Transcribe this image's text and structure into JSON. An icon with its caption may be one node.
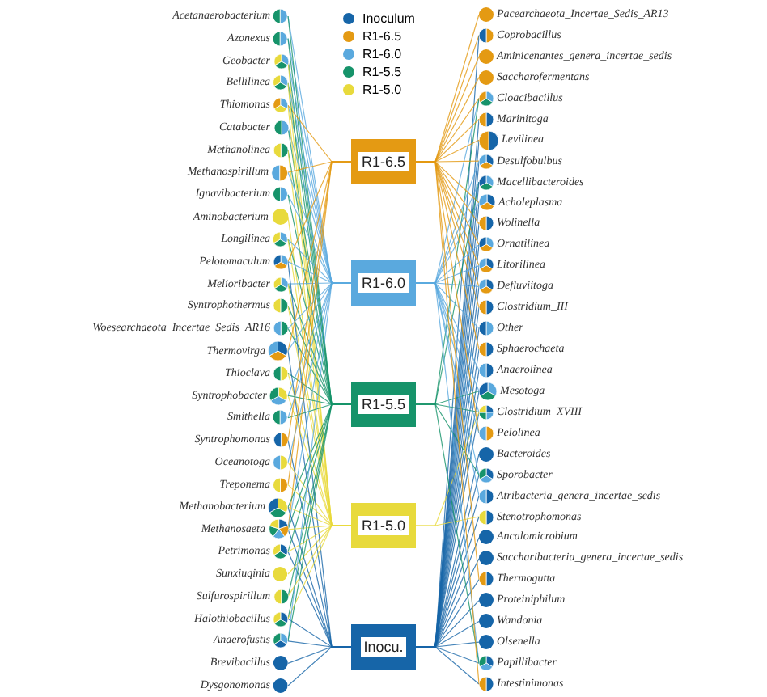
{
  "diagram": {
    "nodes": [
      {
        "text": [
          "R1-6.5"
        ]
      },
      {
        "text": [
          "R1-6.0"
        ]
      },
      {
        "text": [
          "R1-5.5"
        ]
      },
      {
        "text": [
          "R1-5.0"
        ]
      },
      {
        "text": [
          "Inocu."
        ]
      },
      {
        "text": [
          "Azonexus"
        ]
      },
      {
        "text": [
          "Acetanaerobacterium"
        ]
      },
      {
        "text": [
          "Geobacter"
        ]
      },
      {
        "text": [
          "Catabacter"
        ]
      },
      {
        "text": [
          "Thiomonas"
        ]
      },
      {
        "text": [
          "Bellilinea"
        ]
      },
      {
        "text": [
          "Methanolinea"
        ]
      },
      {
        "text": [
          "Methanospirillum"
        ]
      },
      {
        "text": [
          "Ignavibacterium"
        ]
      },
      {
        "text": [
          "Aminobacterium"
        ]
      },
      {
        "text": [
          "Longilinea"
        ]
      },
      {
        "text": [
          "Pacearchaeota_Incertae_Sedis_AR13"
        ]
      },
      {
        "text": [
          "Coprobacillus"
        ]
      },
      {
        "text": [
          "Aminicenantes_genera_incertae_sedis"
        ]
      },
      {
        "text": [
          "Saccharofermentans"
        ]
      },
      {
        "text": [
          "Cloacibacillus"
        ]
      },
      {
        "text": [
          "Levilinea"
        ]
      },
      {
        "text": [
          "Marinitoga"
        ]
      },
      {
        "text": [
          "Desulfobulbus"
        ]
      },
      {
        "text": [
          "Acholeplasma"
        ]
      },
      {
        "text": [
          "Wolinella"
        ]
      },
      {
        "text": [
          "Clostridium_III"
        ]
      },
      {
        "text": [
          "Litorilinea"
        ]
      },
      {
        "text": [
          "Defluviitoga"
        ]
      },
      {
        "text": [
          "Sphaerochaeta"
        ]
      },
      {
        "text": [
          "Clostridium_XVIII"
        ]
      },
      {
        "text": [
          "Melioribacter"
        ]
      },
      {
        "text": [
          "Syntrophothermus"
        ]
      },
      {
        "text": [
          "Woesearchaeota_Incertae_Sedis_AR16"
        ]
      },
      {
        "text": [
          "Thioclava"
        ]
      },
      {
        "text": [
          "Oceanotoga"
        ]
      },
      {
        "text": [
          "Sunxiuqinia"
        ]
      },
      {
        "text": [
          "Pelotomaculum"
        ]
      },
      {
        "text": [
          "Macellibacteroides"
        ]
      },
      {
        "text": [
          "Ornatilinea"
        ]
      },
      {
        "text": [
          "Other"
        ]
      },
      {
        "text": [
          "Thermovirga"
        ]
      },
      {
        "text": [
          "Syntrophobacter"
        ]
      },
      {
        "text": [
          "Anaerolinea"
        ]
      },
      {
        "text": [
          "Mesotoga"
        ]
      },
      {
        "text": [
          "Smithella"
        ]
      },
      {
        "text": [
          "Syntrophomonas"
        ]
      },
      {
        "text": [
          "Pelolinea"
        ]
      },
      {
        "text": [
          "Treponema"
        ]
      },
      {
        "text": [
          "Methanosaeta"
        ]
      },
      {
        "text": [
          "Methanobacterium"
        ]
      },
      {
        "text": [
          "Petrimonas"
        ]
      },
      {
        "text": [
          "Sulfurospirillum"
        ]
      },
      {
        "text": [
          "Halothiobacillus"
        ]
      },
      {
        "text": [
          "Anaerofustis"
        ]
      },
      {
        "text": [
          "Bacteroides"
        ]
      },
      {
        "text": [
          "Sporobacter"
        ]
      },
      {
        "text": [
          "Atribacteria_genera_incertae_sedis"
        ]
      },
      {
        "text": [
          "Stenotrophomonas"
        ]
      },
      {
        "text": [
          "Ancalomicrobium"
        ]
      },
      {
        "text": [
          "Saccharibacteria_genera_incertae_sedis"
        ]
      },
      {
        "text": [
          "Thermogutta"
        ]
      },
      {
        "text": [
          "Proteiniphilum"
        ]
      },
      {
        "text": [
          "Wandonia"
        ]
      },
      {
        "text": [
          "Olsenella"
        ]
      },
      {
        "text": [
          "Papillibacter"
        ]
      },
      {
        "text": [
          "Brevibacillus"
        ]
      },
      {
        "text": [
          "Dysgonomonas"
        ]
      },
      {
        "text": [
          "Intestinimonas"
        ]
      }
    ],
    "edges": [
      {
        "from": 5,
        "to": 1,
        "arrow": "none",
        "color": "#5aa9de"
      },
      {
        "from": 5,
        "to": 2,
        "arrow": "none",
        "color": "#16936a"
      },
      {
        "from": 6,
        "to": 1,
        "arrow": "none",
        "color": "#5aa9de"
      },
      {
        "from": 6,
        "to": 2,
        "arrow": "none",
        "color": "#16936a"
      },
      {
        "from": 7,
        "to": 1,
        "arrow": "none",
        "color": "#5aa9de"
      },
      {
        "from": 7,
        "to": 2,
        "arrow": "none",
        "color": "#16936a"
      },
      {
        "from": 7,
        "to": 3,
        "arrow": "none",
        "color": "#e8da3c"
      },
      {
        "from": 8,
        "to": 1,
        "arrow": "none",
        "color": "#5aa9de"
      },
      {
        "from": 8,
        "to": 2,
        "arrow": "none",
        "color": "#16936a"
      },
      {
        "from": 9,
        "to": 1,
        "arrow": "none",
        "color": "#5aa9de"
      },
      {
        "from": 9,
        "to": 3,
        "arrow": "none",
        "color": "#e8da3c"
      },
      {
        "from": 9,
        "to": 0,
        "arrow": "none",
        "color": "#e49a13"
      },
      {
        "from": 10,
        "to": 1,
        "arrow": "none",
        "color": "#5aa9de"
      },
      {
        "from": 10,
        "to": 2,
        "arrow": "none",
        "color": "#16936a"
      },
      {
        "from": 10,
        "to": 3,
        "arrow": "none",
        "color": "#e8da3c"
      },
      {
        "from": 11,
        "to": 2,
        "arrow": "none",
        "color": "#16936a"
      },
      {
        "from": 11,
        "to": 3,
        "arrow": "none",
        "color": "#e8da3c"
      },
      {
        "from": 12,
        "to": 0,
        "arrow": "none",
        "color": "#e49a13"
      },
      {
        "from": 12,
        "to": 1,
        "arrow": "none",
        "color": "#5aa9de"
      },
      {
        "from": 13,
        "to": 1,
        "arrow": "none",
        "color": "#5aa9de"
      },
      {
        "from": 13,
        "to": 2,
        "arrow": "none",
        "color": "#16936a"
      },
      {
        "from": 14,
        "to": 3,
        "arrow": "none",
        "color": "#e8da3c"
      },
      {
        "from": 15,
        "to": 1,
        "arrow": "none",
        "color": "#5aa9de"
      },
      {
        "from": 15,
        "to": 2,
        "arrow": "none",
        "color": "#16936a"
      },
      {
        "from": 15,
        "to": 3,
        "arrow": "none",
        "color": "#e8da3c"
      },
      {
        "from": 16,
        "to": 0,
        "arrow": "none",
        "color": "#e49a13"
      },
      {
        "from": 17,
        "to": 0,
        "arrow": "none",
        "color": "#e49a13"
      },
      {
        "from": 17,
        "to": 4,
        "arrow": "none",
        "color": "#1665a8"
      },
      {
        "from": 18,
        "to": 0,
        "arrow": "none",
        "color": "#e49a13"
      },
      {
        "from": 19,
        "to": 0,
        "arrow": "none",
        "color": "#e49a13"
      },
      {
        "from": 20,
        "to": 1,
        "arrow": "none",
        "color": "#5aa9de"
      },
      {
        "from": 20,
        "to": 2,
        "arrow": "none",
        "color": "#16936a"
      },
      {
        "from": 20,
        "to": 0,
        "arrow": "none",
        "color": "#e49a13"
      },
      {
        "from": 21,
        "to": 4,
        "arrow": "none",
        "color": "#1665a8"
      },
      {
        "from": 21,
        "to": 0,
        "arrow": "none",
        "color": "#e49a13"
      },
      {
        "from": 22,
        "to": 4,
        "arrow": "none",
        "color": "#1665a8"
      },
      {
        "from": 22,
        "to": 0,
        "arrow": "none",
        "color": "#e49a13"
      },
      {
        "from": 23,
        "to": 4,
        "arrow": "none",
        "color": "#1665a8"
      },
      {
        "from": 23,
        "to": 0,
        "arrow": "none",
        "color": "#e49a13"
      },
      {
        "from": 23,
        "to": 1,
        "arrow": "none",
        "color": "#5aa9de"
      },
      {
        "from": 24,
        "to": 4,
        "arrow": "none",
        "color": "#1665a8"
      },
      {
        "from": 24,
        "to": 0,
        "arrow": "none",
        "color": "#e49a13"
      },
      {
        "from": 24,
        "to": 1,
        "arrow": "none",
        "color": "#5aa9de"
      },
      {
        "from": 25,
        "to": 4,
        "arrow": "none",
        "color": "#1665a8"
      },
      {
        "from": 25,
        "to": 0,
        "arrow": "none",
        "color": "#e49a13"
      },
      {
        "from": 26,
        "to": 4,
        "arrow": "none",
        "color": "#1665a8"
      },
      {
        "from": 26,
        "to": 0,
        "arrow": "none",
        "color": "#e49a13"
      },
      {
        "from": 27,
        "to": 4,
        "arrow": "none",
        "color": "#1665a8"
      },
      {
        "from": 27,
        "to": 0,
        "arrow": "none",
        "color": "#e49a13"
      },
      {
        "from": 27,
        "to": 1,
        "arrow": "none",
        "color": "#5aa9de"
      },
      {
        "from": 28,
        "to": 4,
        "arrow": "none",
        "color": "#1665a8"
      },
      {
        "from": 28,
        "to": 0,
        "arrow": "none",
        "color": "#e49a13"
      },
      {
        "from": 28,
        "to": 1,
        "arrow": "none",
        "color": "#5aa9de"
      },
      {
        "from": 29,
        "to": 4,
        "arrow": "none",
        "color": "#1665a8"
      },
      {
        "from": 29,
        "to": 0,
        "arrow": "none",
        "color": "#e49a13"
      },
      {
        "from": 30,
        "to": 4,
        "arrow": "none",
        "color": "#1665a8"
      },
      {
        "from": 30,
        "to": 1,
        "arrow": "none",
        "color": "#5aa9de"
      },
      {
        "from": 30,
        "to": 2,
        "arrow": "none",
        "color": "#16936a"
      },
      {
        "from": 30,
        "to": 3,
        "arrow": "none",
        "color": "#e8da3c"
      },
      {
        "from": 31,
        "to": 1,
        "arrow": "none",
        "color": "#5aa9de"
      },
      {
        "from": 31,
        "to": 2,
        "arrow": "none",
        "color": "#16936a"
      },
      {
        "from": 31,
        "to": 3,
        "arrow": "none",
        "color": "#e8da3c"
      },
      {
        "from": 32,
        "to": 2,
        "arrow": "none",
        "color": "#16936a"
      },
      {
        "from": 32,
        "to": 3,
        "arrow": "none",
        "color": "#e8da3c"
      },
      {
        "from": 33,
        "to": 2,
        "arrow": "none",
        "color": "#16936a"
      },
      {
        "from": 33,
        "to": 1,
        "arrow": "none",
        "color": "#5aa9de"
      },
      {
        "from": 34,
        "to": 3,
        "arrow": "none",
        "color": "#e8da3c"
      },
      {
        "from": 34,
        "to": 2,
        "arrow": "none",
        "color": "#16936a"
      },
      {
        "from": 35,
        "to": 3,
        "arrow": "none",
        "color": "#e8da3c"
      },
      {
        "from": 35,
        "to": 1,
        "arrow": "none",
        "color": "#5aa9de"
      },
      {
        "from": 36,
        "to": 3,
        "arrow": "none",
        "color": "#e8da3c"
      },
      {
        "from": 37,
        "to": 1,
        "arrow": "none",
        "color": "#5aa9de"
      },
      {
        "from": 37,
        "to": 0,
        "arrow": "none",
        "color": "#e49a13"
      },
      {
        "from": 37,
        "to": 4,
        "arrow": "none",
        "color": "#1665a8"
      },
      {
        "from": 38,
        "to": 1,
        "arrow": "none",
        "color": "#5aa9de"
      },
      {
        "from": 38,
        "to": 2,
        "arrow": "none",
        "color": "#16936a"
      },
      {
        "from": 38,
        "to": 4,
        "arrow": "none",
        "color": "#1665a8"
      },
      {
        "from": 39,
        "to": 1,
        "arrow": "none",
        "color": "#5aa9de"
      },
      {
        "from": 39,
        "to": 0,
        "arrow": "none",
        "color": "#e49a13"
      },
      {
        "from": 39,
        "to": 4,
        "arrow": "none",
        "color": "#1665a8"
      },
      {
        "from": 40,
        "to": 1,
        "arrow": "none",
        "color": "#5aa9de"
      },
      {
        "from": 40,
        "to": 4,
        "arrow": "none",
        "color": "#1665a8"
      },
      {
        "from": 41,
        "to": 4,
        "arrow": "none",
        "color": "#1665a8"
      },
      {
        "from": 41,
        "to": 0,
        "arrow": "none",
        "color": "#e49a13"
      },
      {
        "from": 41,
        "to": 1,
        "arrow": "none",
        "color": "#5aa9de"
      },
      {
        "from": 42,
        "to": 3,
        "arrow": "none",
        "color": "#e8da3c"
      },
      {
        "from": 42,
        "to": 1,
        "arrow": "none",
        "color": "#5aa9de"
      },
      {
        "from": 42,
        "to": 2,
        "arrow": "none",
        "color": "#16936a"
      },
      {
        "from": 43,
        "to": 4,
        "arrow": "none",
        "color": "#1665a8"
      },
      {
        "from": 43,
        "to": 1,
        "arrow": "none",
        "color": "#5aa9de"
      },
      {
        "from": 44,
        "to": 1,
        "arrow": "none",
        "color": "#5aa9de"
      },
      {
        "from": 44,
        "to": 2,
        "arrow": "none",
        "color": "#16936a"
      },
      {
        "from": 44,
        "to": 4,
        "arrow": "none",
        "color": "#1665a8"
      },
      {
        "from": 45,
        "to": 1,
        "arrow": "none",
        "color": "#5aa9de"
      },
      {
        "from": 45,
        "to": 2,
        "arrow": "none",
        "color": "#16936a"
      },
      {
        "from": 46,
        "to": 0,
        "arrow": "none",
        "color": "#e49a13"
      },
      {
        "from": 46,
        "to": 4,
        "arrow": "none",
        "color": "#1665a8"
      },
      {
        "from": 47,
        "to": 0,
        "arrow": "none",
        "color": "#e49a13"
      },
      {
        "from": 47,
        "to": 1,
        "arrow": "none",
        "color": "#5aa9de"
      },
      {
        "from": 48,
        "to": 0,
        "arrow": "none",
        "color": "#e49a13"
      },
      {
        "from": 48,
        "to": 3,
        "arrow": "none",
        "color": "#e8da3c"
      },
      {
        "from": 49,
        "to": 4,
        "arrow": "none",
        "color": "#1665a8"
      },
      {
        "from": 49,
        "to": 0,
        "arrow": "none",
        "color": "#e49a13"
      },
      {
        "from": 49,
        "to": 1,
        "arrow": "none",
        "color": "#5aa9de"
      },
      {
        "from": 49,
        "to": 2,
        "arrow": "none",
        "color": "#16936a"
      },
      {
        "from": 49,
        "to": 3,
        "arrow": "none",
        "color": "#e8da3c"
      },
      {
        "from": 50,
        "to": 3,
        "arrow": "none",
        "color": "#e8da3c"
      },
      {
        "from": 50,
        "to": 2,
        "arrow": "none",
        "color": "#16936a"
      },
      {
        "from": 50,
        "to": 4,
        "arrow": "none",
        "color": "#1665a8"
      },
      {
        "from": 51,
        "to": 4,
        "arrow": "none",
        "color": "#1665a8"
      },
      {
        "from": 51,
        "to": 2,
        "arrow": "none",
        "color": "#16936a"
      },
      {
        "from": 51,
        "to": 3,
        "arrow": "none",
        "color": "#e8da3c"
      },
      {
        "from": 52,
        "to": 2,
        "arrow": "none",
        "color": "#16936a"
      },
      {
        "from": 52,
        "to": 3,
        "arrow": "none",
        "color": "#e8da3c"
      },
      {
        "from": 53,
        "to": 4,
        "arrow": "none",
        "color": "#1665a8"
      },
      {
        "from": 53,
        "to": 2,
        "arrow": "none",
        "color": "#16936a"
      },
      {
        "from": 53,
        "to": 3,
        "arrow": "none",
        "color": "#e8da3c"
      },
      {
        "from": 54,
        "to": 1,
        "arrow": "none",
        "color": "#5aa9de"
      },
      {
        "from": 54,
        "to": 4,
        "arrow": "none",
        "color": "#1665a8"
      },
      {
        "from": 54,
        "to": 2,
        "arrow": "none",
        "color": "#16936a"
      },
      {
        "from": 55,
        "to": 4,
        "arrow": "none",
        "color": "#1665a8"
      },
      {
        "from": 56,
        "to": 4,
        "arrow": "none",
        "color": "#1665a8"
      },
      {
        "from": 56,
        "to": 1,
        "arrow": "none",
        "color": "#5aa9de"
      },
      {
        "from": 56,
        "to": 2,
        "arrow": "none",
        "color": "#16936a"
      },
      {
        "from": 57,
        "to": 4,
        "arrow": "none",
        "color": "#1665a8"
      },
      {
        "from": 57,
        "to": 1,
        "arrow": "none",
        "color": "#5aa9de"
      },
      {
        "from": 58,
        "to": 4,
        "arrow": "none",
        "color": "#1665a8"
      },
      {
        "from": 58,
        "to": 3,
        "arrow": "none",
        "color": "#e8da3c"
      },
      {
        "from": 59,
        "to": 4,
        "arrow": "none",
        "color": "#1665a8"
      },
      {
        "from": 60,
        "to": 4,
        "arrow": "none",
        "color": "#1665a8"
      },
      {
        "from": 61,
        "to": 4,
        "arrow": "none",
        "color": "#1665a8"
      },
      {
        "from": 61,
        "to": 0,
        "arrow": "none",
        "color": "#e49a13"
      },
      {
        "from": 62,
        "to": 4,
        "arrow": "none",
        "color": "#1665a8"
      },
      {
        "from": 63,
        "to": 4,
        "arrow": "none",
        "color": "#1665a8"
      },
      {
        "from": 64,
        "to": 4,
        "arrow": "none",
        "color": "#1665a8"
      },
      {
        "from": 65,
        "to": 4,
        "arrow": "none",
        "color": "#1665a8"
      },
      {
        "from": 65,
        "to": 1,
        "arrow": "none",
        "color": "#5aa9de"
      },
      {
        "from": 65,
        "to": 2,
        "arrow": "none",
        "color": "#16936a"
      },
      {
        "from": 66,
        "to": 4,
        "arrow": "none",
        "color": "#1665a8"
      },
      {
        "from": 67,
        "to": 4,
        "arrow": "none",
        "color": "#1665a8"
      },
      {
        "from": 68,
        "to": 4,
        "arrow": "none",
        "color": "#1665a8"
      },
      {
        "from": 68,
        "to": 0,
        "arrow": "none",
        "color": "#e49a13"
      }
    ],
    "legend": [
      {
        "text": "Inoculum",
        "color": "#1665a8"
      },
      {
        "text": "R1-6.5",
        "color": "#e49a13"
      },
      {
        "text": "R1-6.0",
        "color": "#5aa9de"
      },
      {
        "text": "R1-5.5",
        "color": "#16936a"
      },
      {
        "text": "R1-5.0",
        "color": "#e8da3c"
      }
    ]
  }
}
